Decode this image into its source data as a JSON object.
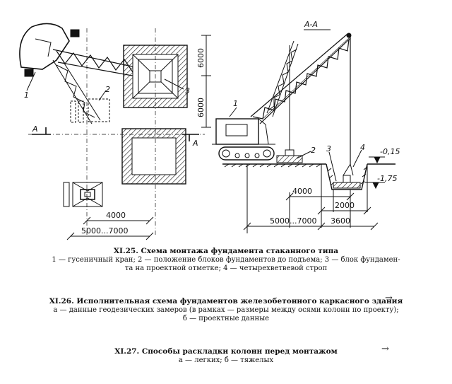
{
  "figure": {
    "left_view": {
      "section_marks": [
        "A",
        "A"
      ],
      "callouts": [
        "1",
        "2",
        "3"
      ],
      "dims": {
        "vertical_top": "6000",
        "vertical_mid": "6000",
        "horizontal_short": "4000",
        "horizontal_long": "5000...7000"
      }
    },
    "right_view": {
      "section_title": "А-А",
      "callouts": [
        "1",
        "2",
        "3",
        "4"
      ],
      "levels": [
        "-0,15",
        "-1,75"
      ],
      "dims": {
        "d4000": "4000",
        "d2000": "2000",
        "d5000": "5000...7000",
        "d3600": "3600"
      }
    }
  },
  "captions": [
    {
      "title": "XI.25. Схема монтажа фундамента стаканного типа",
      "lines": [
        "1 — гусеничный кран; 2 — положение блоков фундаментов до подъема; 3 — блок фундамен-",
        "та на проектной отметке; 4 — четырехветвевой строп"
      ]
    },
    {
      "title": "XI.26. Исполнительная схема фундаментов железобетонного каркасного здания",
      "lines": [
        "а — данные геодезических замеров (в рамках — размеры между осями колонн по проекту);",
        "б — проектные данные"
      ]
    },
    {
      "title": "XI.27. Способы раскладки колонн перед монтажом",
      "lines": [
        "а — легких; б — тяжелых"
      ]
    }
  ],
  "side_arrows": [
    "→",
    "→"
  ]
}
